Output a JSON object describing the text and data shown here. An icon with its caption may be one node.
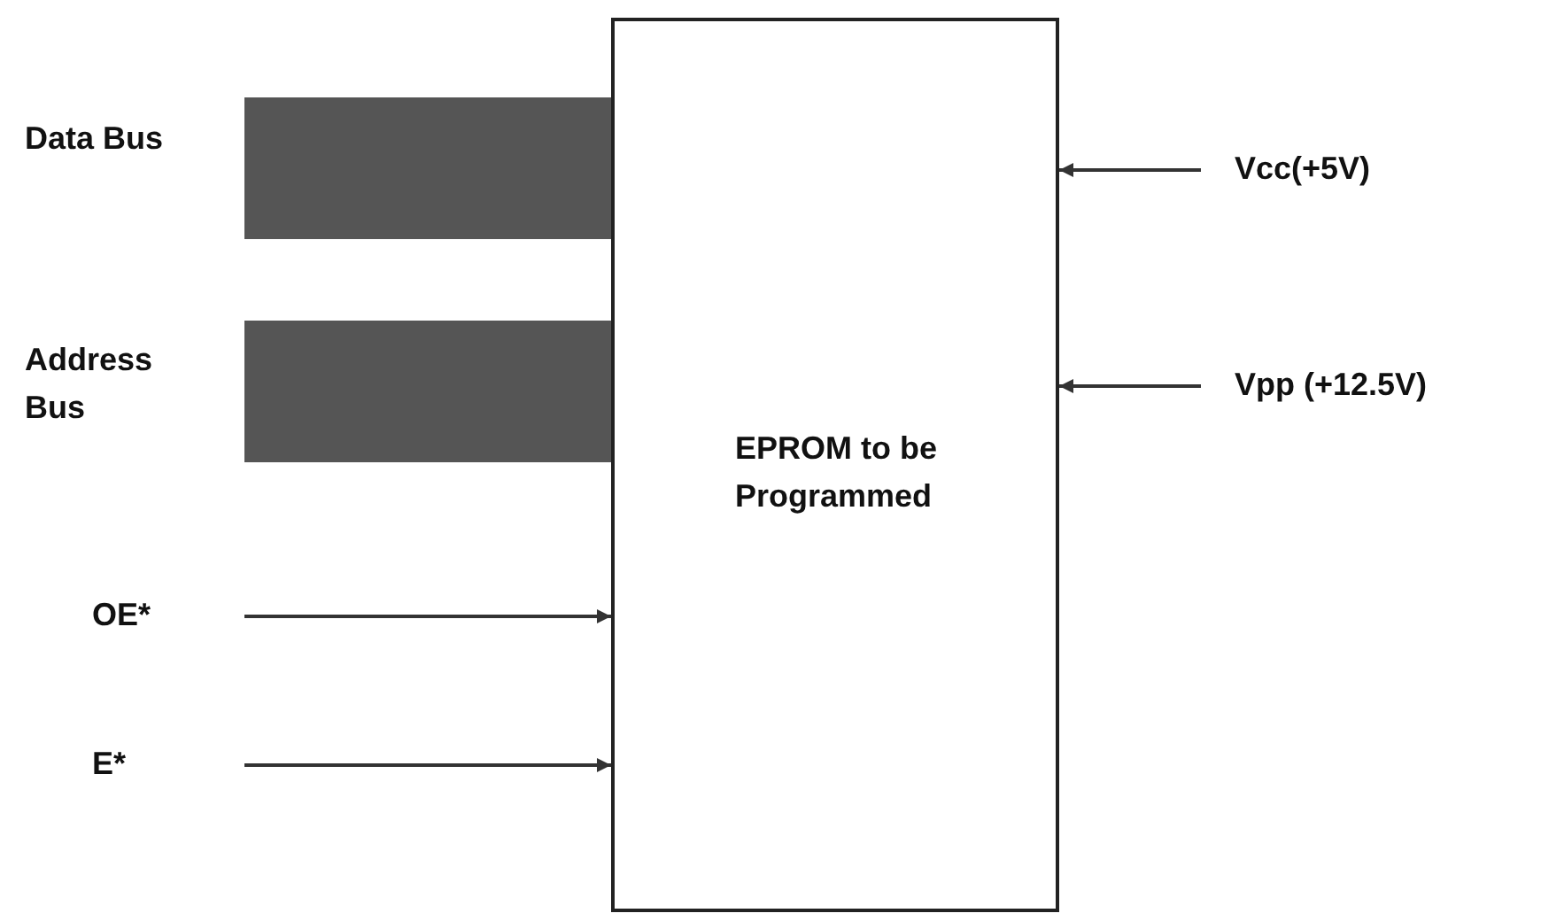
{
  "diagram": {
    "nodes": [
      {
        "text": [
          "EPROM to be Programmed"
        ]
      },
      {
        "text": [
          "Data Bus"
        ]
      },
      {
        "text": [
          "Address Bus"
        ]
      },
      {
        "text": [
          "OE*"
        ]
      },
      {
        "text": [
          "E*"
        ]
      },
      {
        "text": [
          "Vcc(+5V)"
        ]
      },
      {
        "text": [
          "Vpp (+12.5V)"
        ]
      }
    ],
    "edges": [
      {
        "from": 1,
        "to": 0,
        "arrow": "none",
        "style": "thick",
        "color": "#555555"
      },
      {
        "from": 2,
        "to": 0,
        "arrow": "none",
        "style": "thick",
        "color": "#555555"
      },
      {
        "from": 3,
        "to": 0,
        "arrow": "to"
      },
      {
        "from": 4,
        "to": 0,
        "arrow": "to"
      },
      {
        "from": 5,
        "to": 0,
        "arrow": "to"
      },
      {
        "from": 6,
        "to": 0,
        "arrow": "to"
      }
    ]
  }
}
